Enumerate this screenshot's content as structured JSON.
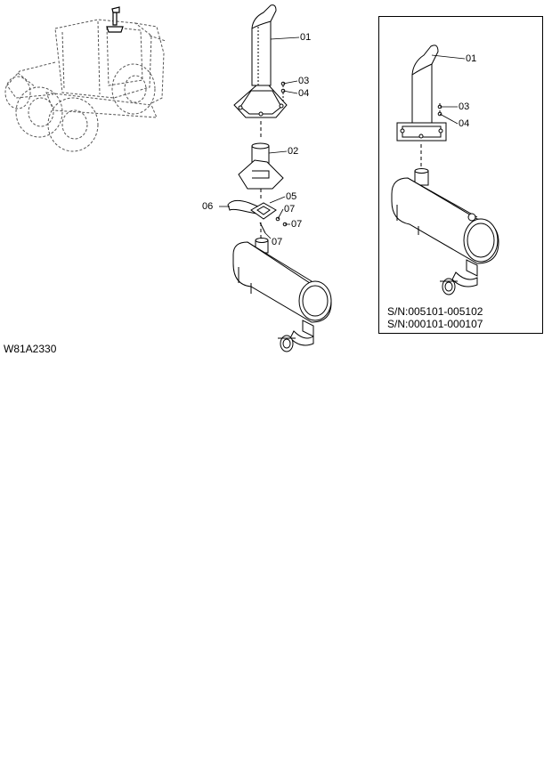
{
  "figure_code": "W81A2330",
  "main_callouts": {
    "c01": "01",
    "c02": "02",
    "c03": "03",
    "c04": "04",
    "c05": "05",
    "c06": "06",
    "c07a": "07",
    "c07b": "07",
    "c07c": "07"
  },
  "inset": {
    "c01": "01",
    "c03": "03",
    "c04": "04",
    "serial_line1": "S/N:005101-005102",
    "serial_line2": "S/N:000101-000107"
  }
}
